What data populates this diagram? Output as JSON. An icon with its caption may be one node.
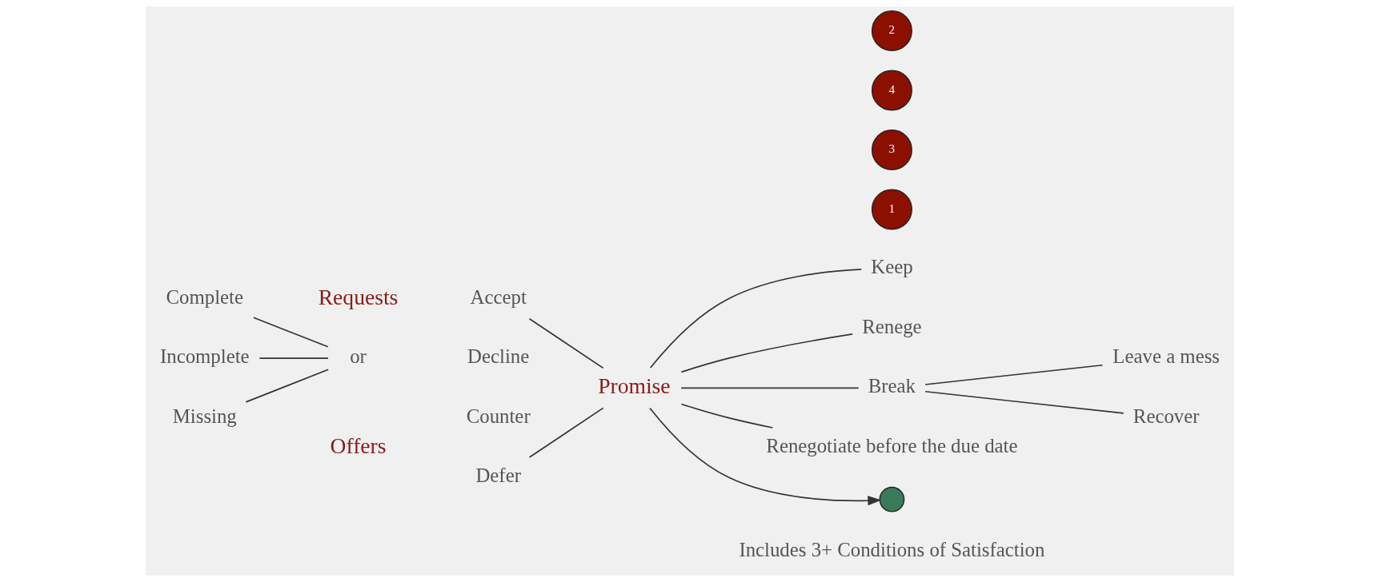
{
  "diagram": {
    "nodes": [
      {
        "text": [
          "Complete"
        ]
      },
      {
        "text": [
          "Incomplete"
        ]
      },
      {
        "text": [
          "Missing"
        ]
      },
      {
        "text": [
          "Requests"
        ]
      },
      {
        "text": [
          "or"
        ]
      },
      {
        "text": [
          "Offers"
        ]
      },
      {
        "text": [
          "Accept"
        ]
      },
      {
        "text": [
          "Decline"
        ]
      },
      {
        "text": [
          "Counter"
        ]
      },
      {
        "text": [
          "Defer"
        ]
      },
      {
        "text": [
          "Promise"
        ]
      },
      {
        "text": [
          "1"
        ]
      },
      {
        "text": [
          "3"
        ]
      },
      {
        "text": [
          "Keep"
        ]
      },
      {
        "text": [
          "Renege"
        ]
      },
      {
        "text": [
          "Break"
        ]
      },
      {
        "text": [
          "Leave a mess"
        ]
      },
      {
        "text": [
          "Recover"
        ]
      },
      {
        "text": [
          "4"
        ]
      },
      {
        "text": [
          "2"
        ]
      },
      {
        "text": [
          "Renegotiate before the due date"
        ]
      },
      {
        "text": [],
        "shape": "circle",
        "beside": [
          "Includes 3+ Conditions of Satisfaction"
        ]
      }
    ],
    "edges": [
      {
        "from": 0,
        "to": 4,
        "arrow": "none"
      },
      {
        "from": 1,
        "to": 4,
        "arrow": "none"
      },
      {
        "from": 2,
        "to": 4,
        "arrow": "none"
      },
      {
        "from": 6,
        "to": 10,
        "arrow": "none"
      },
      {
        "from": 9,
        "to": 10,
        "arrow": "none"
      },
      {
        "from": 10,
        "to": 13,
        "arrow": "none"
      },
      {
        "from": 10,
        "to": 14,
        "arrow": "none"
      },
      {
        "from": 10,
        "to": 15,
        "arrow": "none"
      },
      {
        "from": 10,
        "to": 20,
        "arrow": "none"
      },
      {
        "from": 15,
        "to": 16,
        "arrow": "none"
      },
      {
        "from": 15,
        "to": 17,
        "arrow": "none"
      },
      {
        "from": 10,
        "to": 21,
        "arrow": "to"
      }
    ]
  }
}
